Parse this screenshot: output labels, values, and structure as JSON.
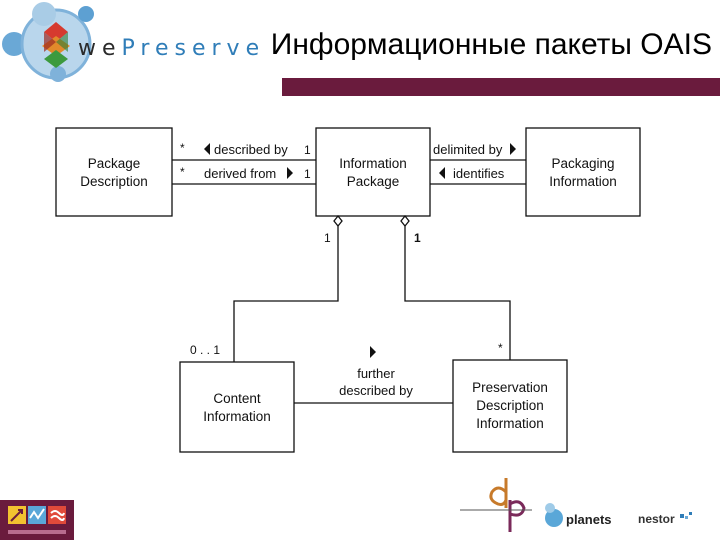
{
  "header": {
    "brand_prefix": "we",
    "brand_suffix": "Preserve",
    "title": "Информационные пакеты OAIS"
  },
  "diagram": {
    "boxes": {
      "package_description": [
        "Package",
        "Description"
      ],
      "information_package": [
        "Information",
        "Package"
      ],
      "packaging_information": [
        "Packaging",
        "Information"
      ],
      "content_information": [
        "Content",
        "Information"
      ],
      "preservation_description": [
        "Preservation",
        "Description",
        "Information"
      ]
    },
    "edges": {
      "described_by": "described by",
      "derived_from": "derived from",
      "delimited_by": "delimited by",
      "identifies": "identifies",
      "further_described_by": [
        "further",
        "described by"
      ]
    },
    "multiplicities": {
      "described_by_left": "*",
      "described_by_right": "1",
      "derived_from_left": "*",
      "derived_from_right": "1",
      "content_to_package": "1",
      "pdi_to_package": "1",
      "content_side": "0 . . 1",
      "pdi_side": "*"
    }
  },
  "footer": {
    "nestor": "nestor",
    "planets": "planets"
  }
}
